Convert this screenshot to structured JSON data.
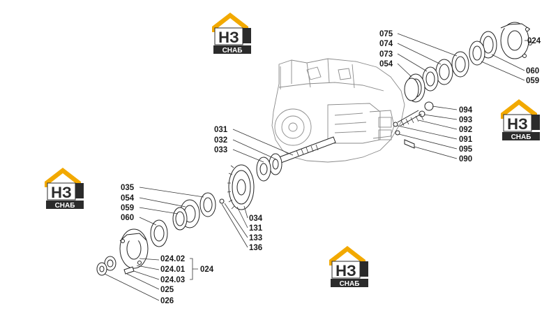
{
  "logo": {
    "mark": "НЗ",
    "caption": "СНАБ",
    "colors": {
      "roof": "#f2a900",
      "dark": "#2b2b2b",
      "light": "#ffffff"
    }
  },
  "labels": [
    "075",
    "074",
    "073",
    "054",
    "024",
    "060",
    "059",
    "094",
    "093",
    "092",
    "091",
    "095",
    "090",
    "031",
    "032",
    "033",
    "035",
    "054",
    "059",
    "060",
    "034",
    "131",
    "133",
    "136",
    "024.02",
    "024.01",
    "024.03",
    "024",
    "025",
    "026"
  ]
}
